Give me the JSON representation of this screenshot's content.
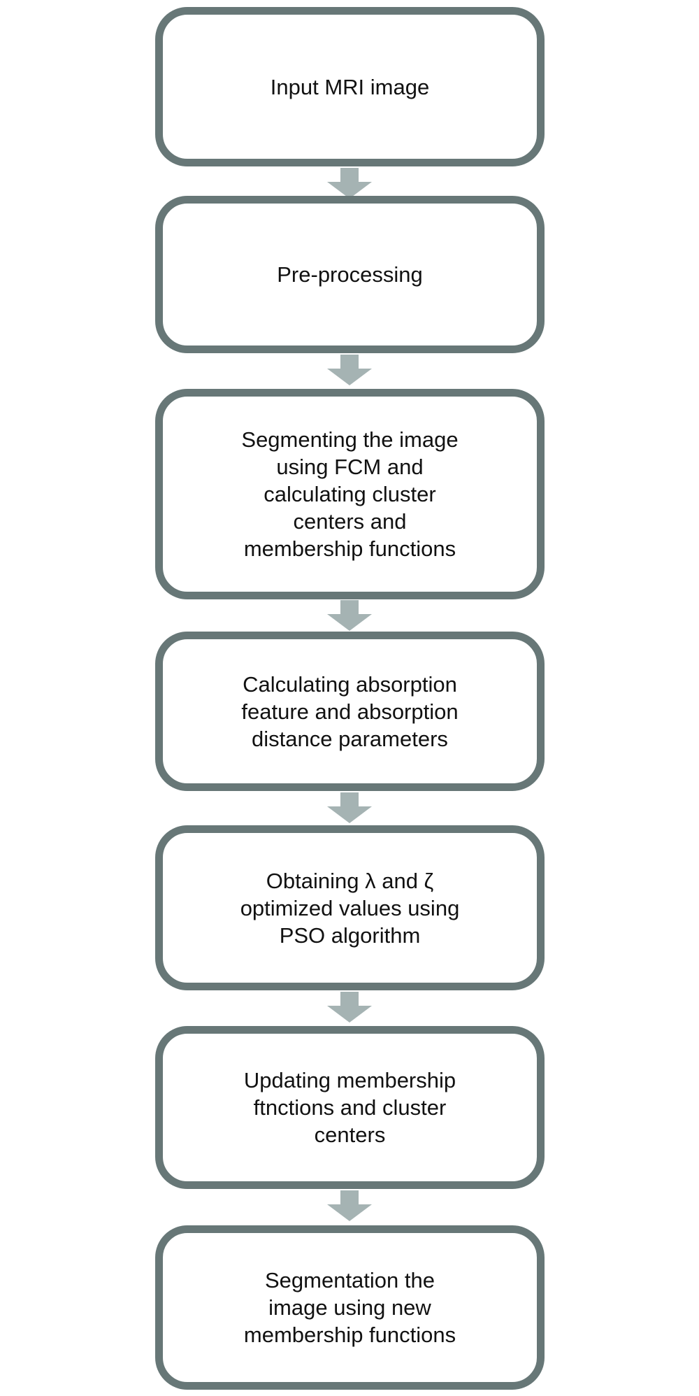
{
  "colors": {
    "box_border": "#677777",
    "arrow": "#a5b3b3",
    "text": "#111111",
    "background": "#ffffff"
  },
  "steps": [
    {
      "id": "input",
      "label": "Input MRI image"
    },
    {
      "id": "preprocessing",
      "label": "Pre-processing"
    },
    {
      "id": "fcm-segmentation",
      "label": "Segmenting the image\nusing FCM and\ncalculating cluster\ncenters and\nmembership functions"
    },
    {
      "id": "absorption",
      "label": "Calculating absorption\nfeature and absorption\ndistance parameters"
    },
    {
      "id": "pso",
      "label": "Obtaining  λ and ζ\noptimized values using\nPSO algorithm"
    },
    {
      "id": "update",
      "label": "Updating membership\nftnctions and cluster\ncenters"
    },
    {
      "id": "final-segmentation",
      "label": "Segmentation the\nimage using new\nmembership functions"
    }
  ],
  "connectors": [
    {
      "from": "input",
      "to": "preprocessing",
      "direction": "down"
    },
    {
      "from": "preprocessing",
      "to": "fcm-segmentation",
      "direction": "down"
    },
    {
      "from": "fcm-segmentation",
      "to": "absorption",
      "direction": "down"
    },
    {
      "from": "absorption",
      "to": "pso",
      "direction": "down"
    },
    {
      "from": "pso",
      "to": "update",
      "direction": "down"
    },
    {
      "from": "update",
      "to": "final-segmentation",
      "direction": "down"
    }
  ]
}
